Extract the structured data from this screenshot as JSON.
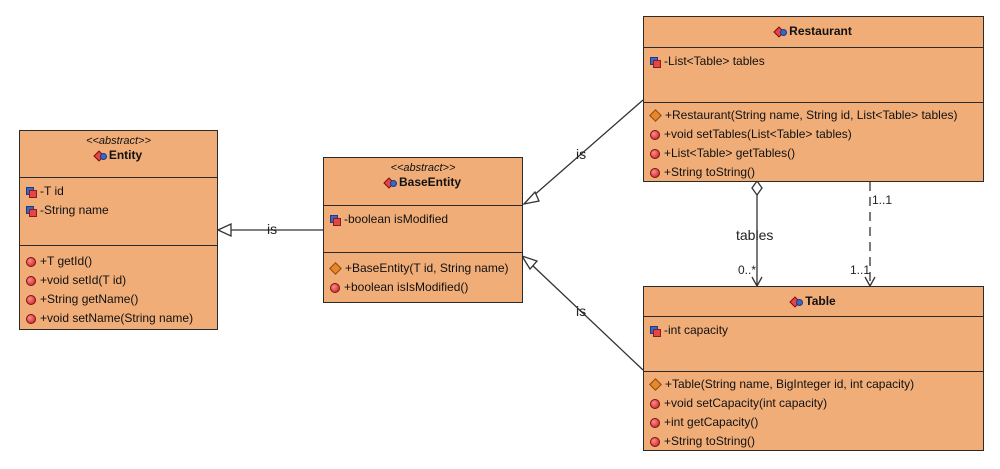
{
  "colors": {
    "class_fill": "#f0ad78",
    "border": "#2a2a2a",
    "line": "#333333"
  },
  "classes": {
    "entity": {
      "stereotype": "<<abstract>>",
      "name": "Entity",
      "fields": [
        "-T id",
        "-String name"
      ],
      "methods": [
        "+T getId()",
        "+void setId(T id)",
        "+String getName()",
        "+void setName(String name)"
      ]
    },
    "base_entity": {
      "stereotype": "<<abstract>>",
      "name": "BaseEntity",
      "fields": [
        "-boolean isModified"
      ],
      "constructors": [
        "+BaseEntity(T id, String name)"
      ],
      "methods": [
        "+boolean isIsModified()"
      ]
    },
    "restaurant": {
      "name": "Restaurant",
      "fields": [
        "-List<Table> tables"
      ],
      "constructors": [
        "+Restaurant(String name, String id, List<Table> tables)"
      ],
      "methods": [
        "+void setTables(List<Table> tables)",
        "+List<Table> getTables()",
        "+String toString()"
      ]
    },
    "table": {
      "name": "Table",
      "fields": [
        "-int capacity"
      ],
      "constructors": [
        "+Table(String name, BigInteger id, int capacity)"
      ],
      "methods": [
        "+void setCapacity(int capacity)",
        "+int getCapacity()",
        "+String toString()"
      ]
    }
  },
  "relations": {
    "base_to_entity": "is",
    "restaurant_to_base": "is",
    "table_to_base": "is",
    "aggregation_role": "tables",
    "aggregation_multiplicity": "0..*",
    "dependency_mult_top": "1..1",
    "dependency_mult_bottom": "1..1"
  }
}
